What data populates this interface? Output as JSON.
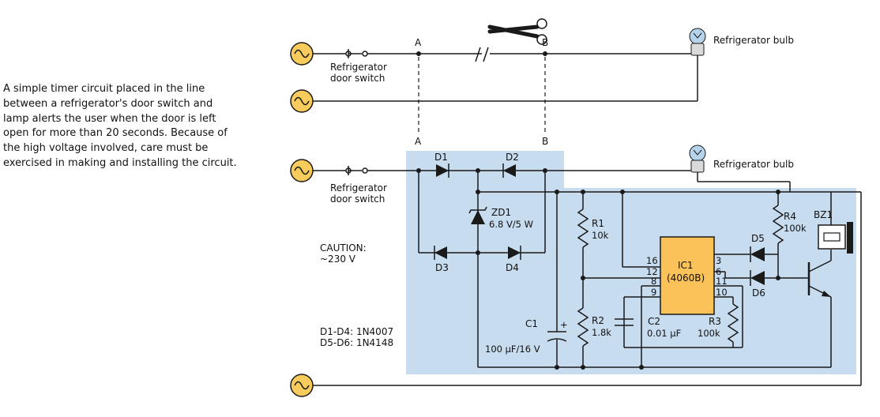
{
  "caption": "A simple timer circuit placed in the line between a refrigerator's door switch and lamp alerts the user when the door is left open for more than 20 seconds. Because of the high voltage involved, care must be exercised in making and installing the circuit.",
  "labels": {
    "node_a": "A",
    "node_b": "B",
    "door_switch_1": "Refrigerator",
    "door_switch_2": "door switch",
    "bulb": "Refrigerator bulb",
    "caution_1": "CAUTION:",
    "caution_2": "~230 V",
    "diodes_1": "D1-D4: 1N4007",
    "diodes_2": "D5-D6: 1N4148"
  },
  "components": {
    "d1": "D1",
    "d2": "D2",
    "d3": "D3",
    "d4": "D4",
    "d5": "D5",
    "d6": "D6",
    "zd1_name": "ZD1",
    "zd1_value": "6.8 V/5 W",
    "r1_name": "R1",
    "r1_value": "10k",
    "r2_name": "R2",
    "r2_value": "1.8k",
    "r3_name": "R3",
    "r3_value": "100k",
    "r4_name": "R4",
    "r4_value": "100k",
    "c1_name": "C1",
    "c1_value": "100 µF/16 V",
    "c1_plus": "+",
    "c2_name": "C2",
    "c2_value": "0.01 µF",
    "ic_name": "IC1",
    "ic_part": "(4060B)",
    "bz_name": "BZ1",
    "pins": {
      "p16": "16",
      "p12": "12",
      "p8": "8",
      "p9": "9",
      "p3": "3",
      "p6": "6",
      "p11": "11",
      "p10": "10"
    }
  },
  "colors": {
    "board": "#c8dcef",
    "bulb": "#b5d3ea",
    "ic": "#fbc25a",
    "source": "#f7cc5c"
  }
}
